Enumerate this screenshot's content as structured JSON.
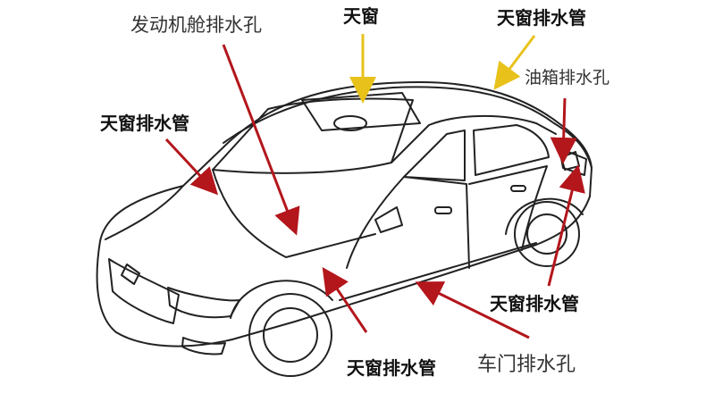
{
  "labels": {
    "engine_bay_drain": "发动机舱排水孔",
    "sunroof": "天窗",
    "sunroof_drain_rear_top": "天窗排水管",
    "fuel_tank_drain": "油箱排水孔",
    "sunroof_drain_front_left": "天窗排水管",
    "sunroof_drain_rear_right": "天窗排水管",
    "sunroof_drain_front_bottom": "天窗排水管",
    "door_drain": "车门排水孔"
  },
  "colors": {
    "arrow": "#b3161b",
    "sunroof_arrow": "#e8c21a",
    "outline": "#222222",
    "text": "#111111"
  }
}
